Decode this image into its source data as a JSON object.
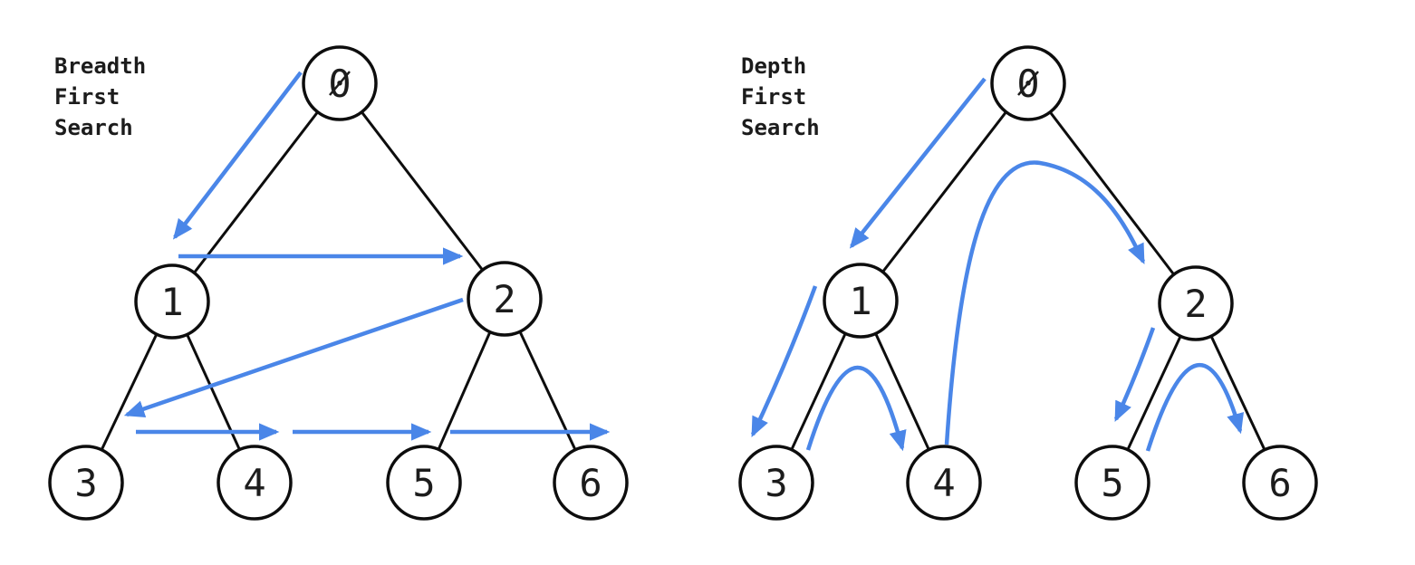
{
  "colors": {
    "traversal_arrow": "#4a86e8",
    "tree_edge": "#0d0d0d",
    "node_fill": "#ffffff",
    "node_border": "#0d0d0d",
    "label_text": "#1c1c1c"
  },
  "bfs": {
    "title_lines": [
      "Breadth",
      "First",
      "Search"
    ],
    "node_labels": [
      "0",
      "1",
      "2",
      "3",
      "4",
      "5",
      "6"
    ],
    "tree_edges": [
      [
        "0",
        "1"
      ],
      [
        "0",
        "2"
      ],
      [
        "1",
        "3"
      ],
      [
        "1",
        "4"
      ],
      [
        "2",
        "5"
      ],
      [
        "2",
        "6"
      ]
    ],
    "traversal_arrows": [
      {
        "from": "0",
        "to": "1"
      },
      {
        "from": "1",
        "to": "2"
      },
      {
        "from": "2",
        "to": "3"
      },
      {
        "from": "3",
        "to": "4"
      },
      {
        "from": "4",
        "to": "5"
      },
      {
        "from": "5",
        "to": "6"
      }
    ]
  },
  "dfs": {
    "title_lines": [
      "Depth",
      "First",
      "Search"
    ],
    "node_labels": [
      "0",
      "1",
      "2",
      "3",
      "4",
      "5",
      "6"
    ],
    "tree_edges": [
      [
        "0",
        "1"
      ],
      [
        "0",
        "2"
      ],
      [
        "1",
        "3"
      ],
      [
        "1",
        "4"
      ],
      [
        "2",
        "5"
      ],
      [
        "2",
        "6"
      ]
    ],
    "traversal_arrows": [
      {
        "from": "0",
        "to": "1"
      },
      {
        "from": "1",
        "to": "3"
      },
      {
        "from": "3",
        "to": "4"
      },
      {
        "from": "4",
        "to": "2"
      },
      {
        "from": "2",
        "to": "5"
      },
      {
        "from": "5",
        "to": "6"
      }
    ]
  }
}
